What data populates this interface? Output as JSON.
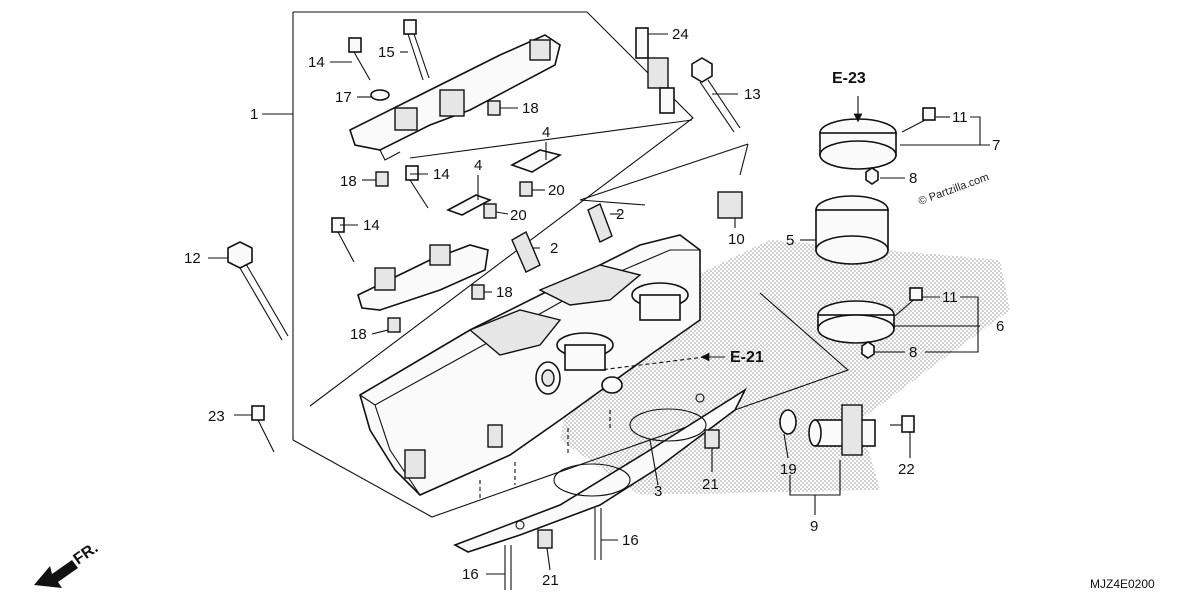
{
  "diagram": {
    "callouts": [
      "1",
      "2",
      "2",
      "3",
      "4",
      "4",
      "5",
      "6",
      "7",
      "8",
      "8",
      "9",
      "10",
      "11",
      "11",
      "12",
      "13",
      "14",
      "14",
      "14",
      "15",
      "16",
      "16",
      "17",
      "18",
      "18",
      "18",
      "18",
      "19",
      "20",
      "20",
      "21",
      "21",
      "22",
      "23",
      "24"
    ],
    "references": [
      "E-23",
      "E-21"
    ],
    "watermark": "© Partzilla.com",
    "front_label": "FR.",
    "diagram_code": "MJZ4E0200"
  }
}
